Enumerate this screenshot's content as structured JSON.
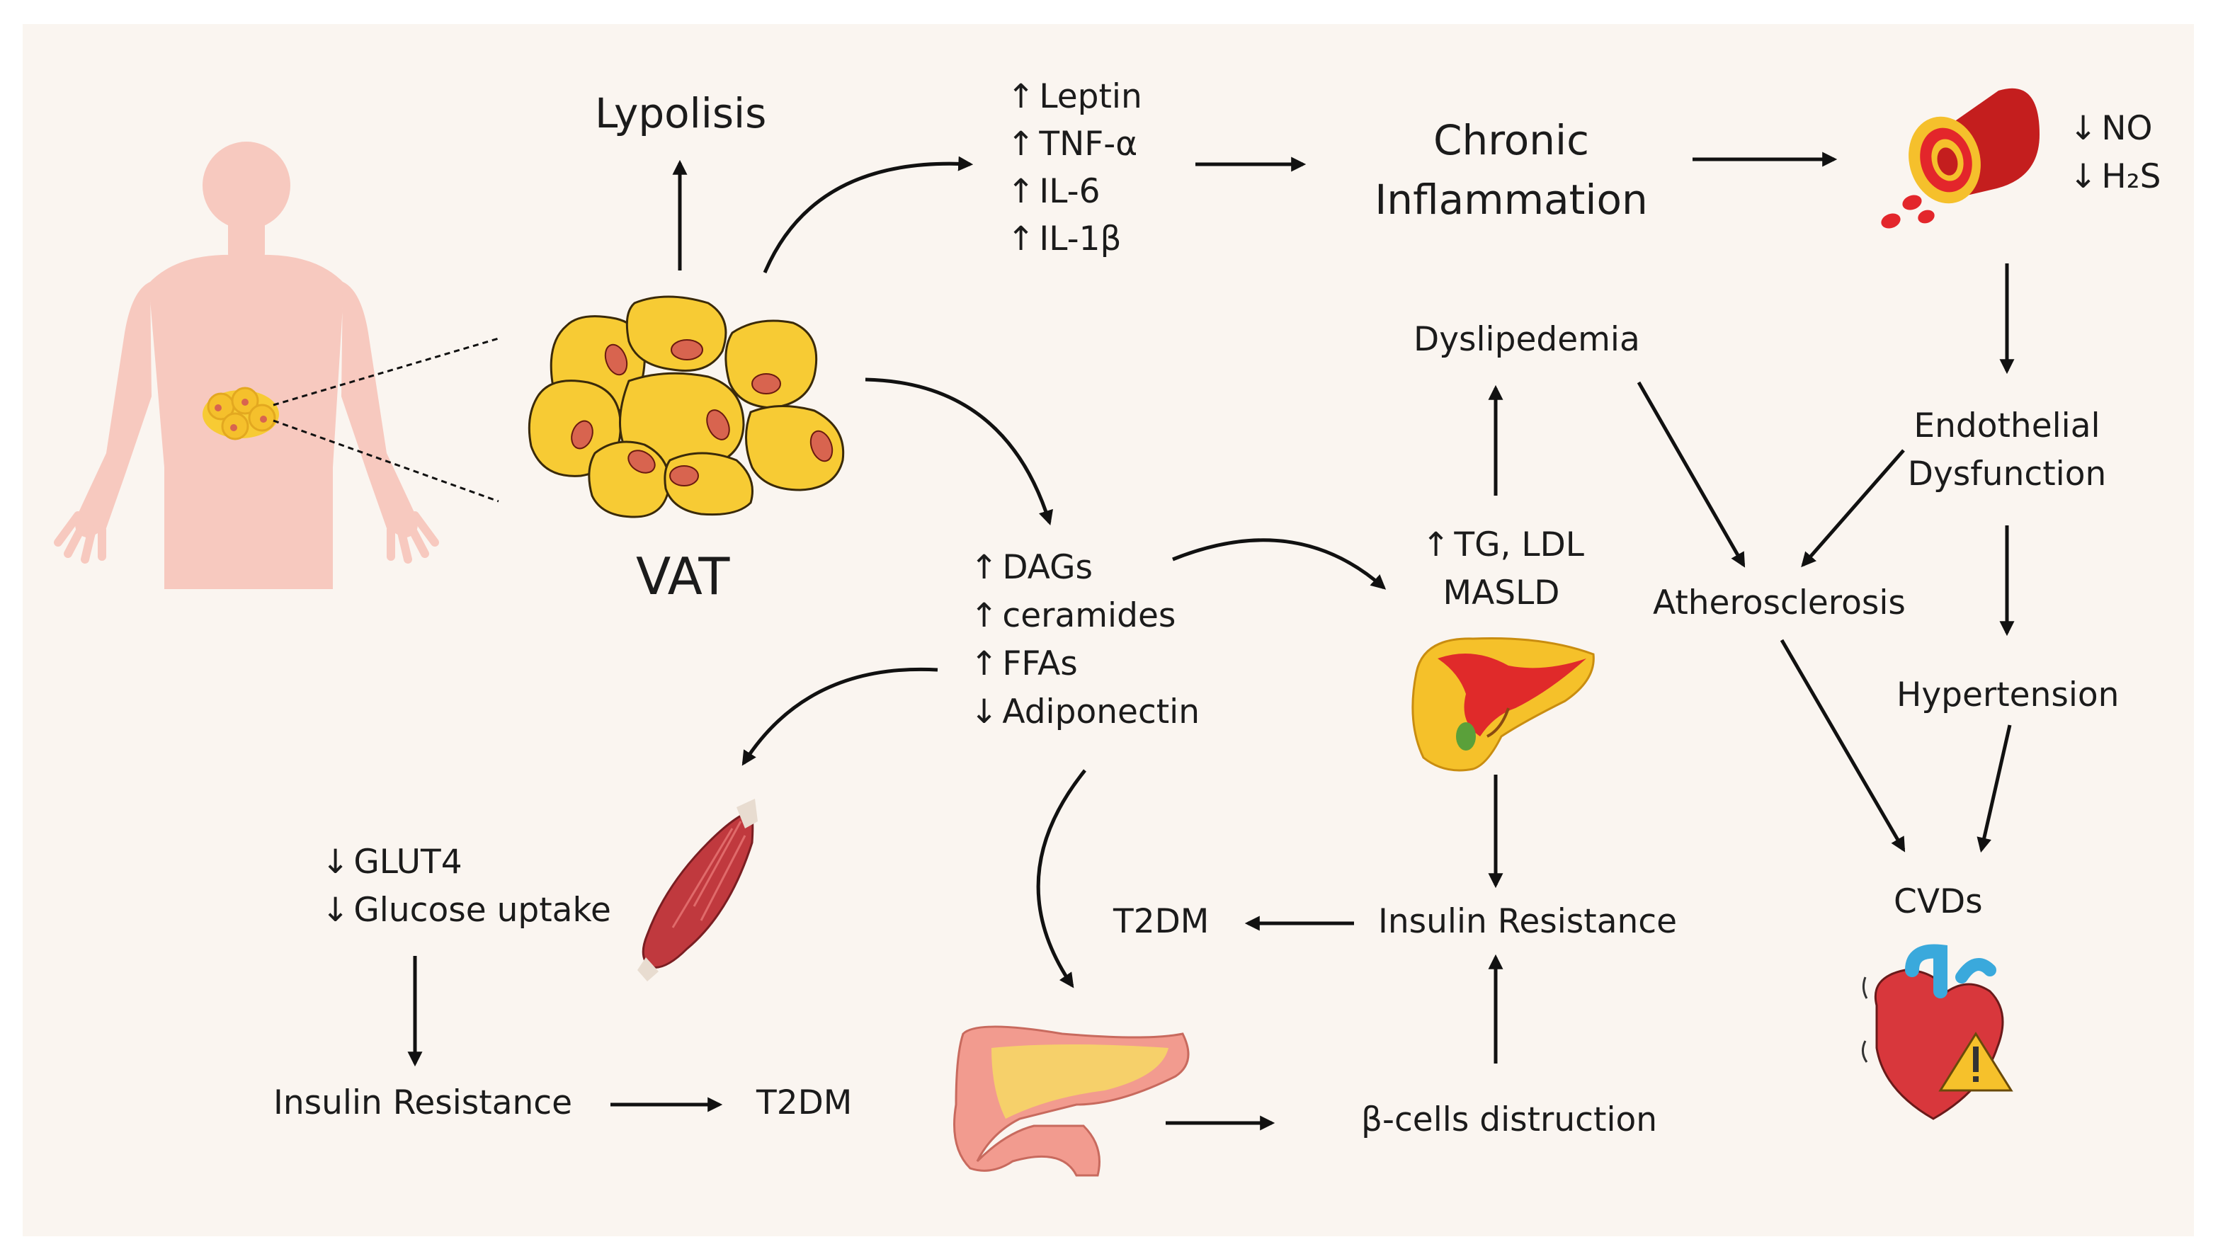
{
  "labels": {
    "lypolisis": "Lypolisis",
    "vat": "VAT",
    "cytokines": [
      "Leptin",
      "TNF-α",
      "IL-6",
      "IL-1β"
    ],
    "chronic_inflammation": [
      "Chronic",
      "Inflammation"
    ],
    "vascular": [
      "NO",
      "H₂S"
    ],
    "dyslipedemia": "Dyslipedemia",
    "endothelial_dysfunction": [
      "Endothelial",
      "Dysfunction"
    ],
    "lipids": [
      "DAGs",
      "ceramides",
      "FFAs",
      "Adiponectin"
    ],
    "liver_markers": [
      "TG, LDL",
      "MASLD"
    ],
    "atherosclerosis": "Atherosclerosis",
    "hypertension": "Hypertension",
    "muscle_effects": [
      "GLUT4",
      "Glucose uptake"
    ],
    "t2dm_center": "T2DM",
    "insulin_resistance_liver": "Insulin Resistance",
    "cvds": "CVDs",
    "insulin_resistance_muscle": "Insulin Resistance",
    "t2dm_left": "T2DM",
    "beta_cells": "β-cells distruction"
  },
  "symbols": {
    "up": "↑",
    "down": "↓"
  },
  "colors": {
    "background": "#faf5f0",
    "body_silhouette": "#f7c9bf",
    "fat_cell": "#f7cb34",
    "nucleus": "#d8644f",
    "artery": "#c41e1e",
    "blood_cell": "#e3262b",
    "liver": "#f5c12a",
    "liver_inflamed": "#e02a2a",
    "muscle": "#c0393e",
    "pancreas": "#f29b8f",
    "heart_red": "#d8373c",
    "heart_blue": "#3aa9dc",
    "warning": "#f6c12b",
    "arrow": "#111111"
  },
  "icons": [
    "human-body-icon",
    "fat-cells-icon",
    "blood-vessel-icon",
    "liver-icon",
    "muscle-icon",
    "pancreas-icon",
    "heart-warning-icon"
  ]
}
